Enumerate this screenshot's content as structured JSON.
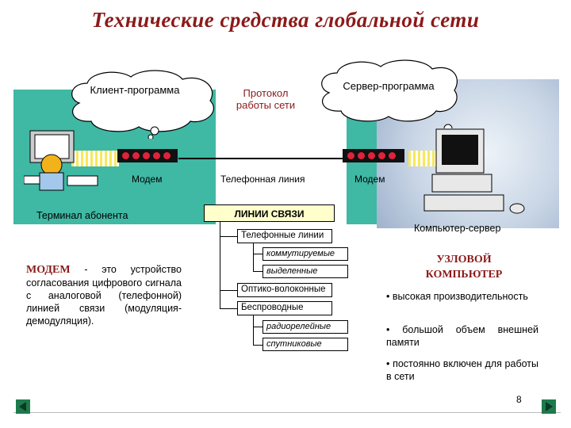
{
  "title": "Технические средства глобальной сети",
  "clouds": {
    "client": "Клиент-программа",
    "protocol": "Протокол работы сети",
    "server": "Сервер-программа"
  },
  "labels": {
    "modem_left": "Модем",
    "phone_line": "Телефонная линия",
    "modem_right": "Модем",
    "terminal": "Терминал абонента",
    "server_computer": "Компьютер-сервер"
  },
  "tree": {
    "root": "ЛИНИИ СВЯЗИ",
    "phone": "Телефонные линии",
    "switched": "коммутируемые",
    "leased": "выделенные",
    "fiber": "Оптико-волоконные",
    "wireless": "Беспроводные",
    "radio": "радиорелейные",
    "satellite": "спутниковые"
  },
  "modem_def": {
    "term": "МОДЕМ",
    "text": " - это устройство согласования цифрового сигнала с аналоговой (телефонной) линией связи (модуляция-демодуляция)."
  },
  "node": {
    "title": "УЗЛОВОЙ КОМПЬЮТЕР",
    "bullets": [
      "высокая производительность",
      "большой объем внешней памяти",
      "постоянно включен для работы в сети"
    ]
  },
  "page_number": "8",
  "colors": {
    "title": "#8b1a1a",
    "teal": "#3fb8a4",
    "nav": "#1e7a4c",
    "yellow_box": "#ffffcc"
  },
  "icons": {
    "prev": "triangle-left-icon",
    "next": "triangle-right-icon"
  }
}
